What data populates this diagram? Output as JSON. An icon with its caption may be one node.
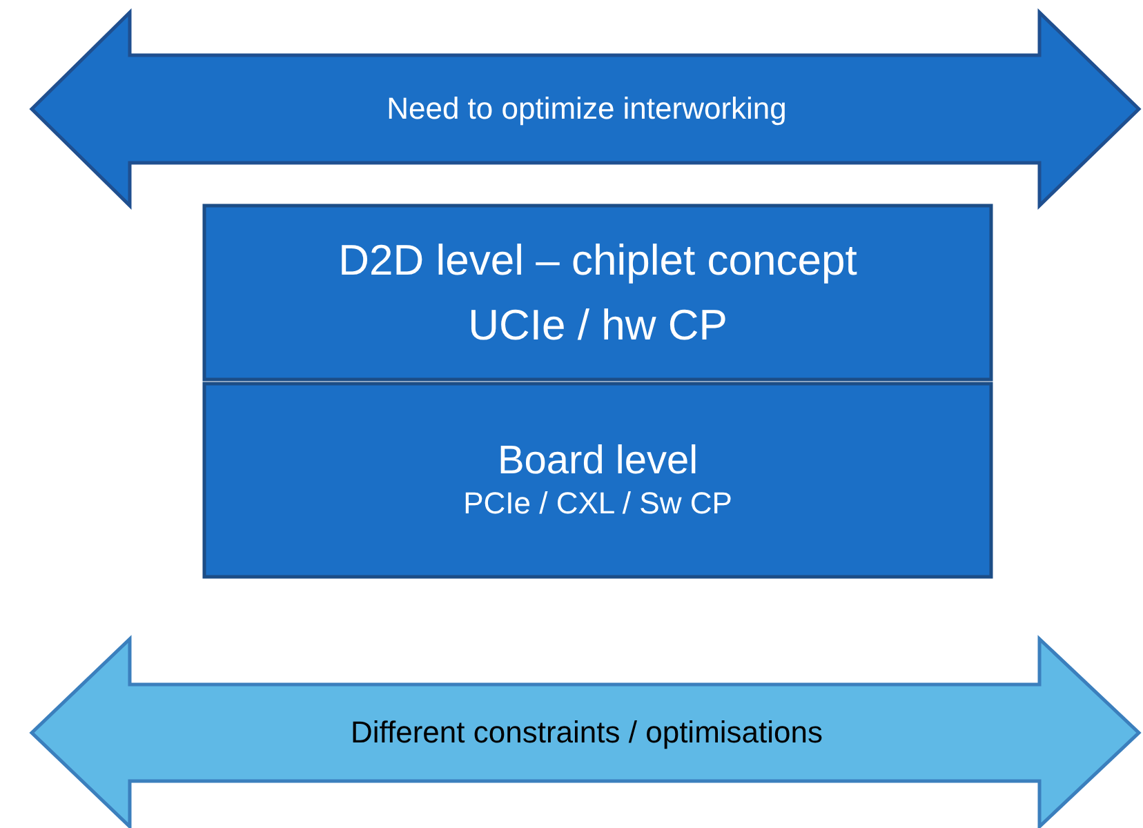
{
  "diagram": {
    "nodes": [
      {
        "text": [
          "Need to optimize interworking"
        ]
      },
      {
        "text": [
          "D2D level – chiplet concept",
          "UCIe / hw CP"
        ]
      },
      {
        "text": [
          "Board level",
          "PCIe / CXL / Sw CP"
        ]
      },
      {
        "text": [
          "Different constraints / optimisations"
        ]
      }
    ]
  }
}
